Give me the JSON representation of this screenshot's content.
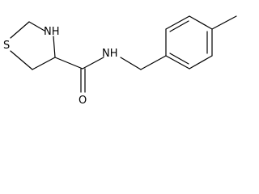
{
  "molecule": {
    "atoms": {
      "sulfur": "S",
      "ring_nh": "NH",
      "amide_nh": "NH",
      "oxygen": "O"
    }
  }
}
